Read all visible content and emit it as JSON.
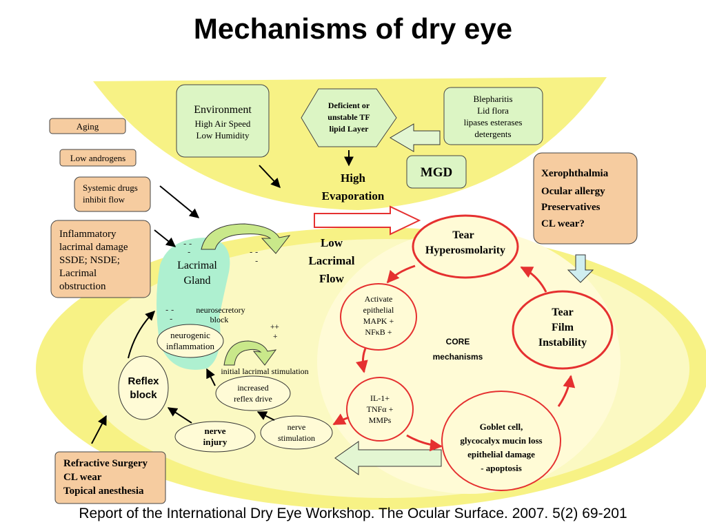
{
  "title": "Mechanisms of dry eye",
  "citation": "Report of the International Dry Eye Workshop. The Ocular Surface. 2007. 5(2) 69-201",
  "colors": {
    "yellow_zone": "#f7f285",
    "pale_zone": "#fbf9c2",
    "core_zone": "#fffbd6",
    "gland": "#aef0d0",
    "green_box": "#dcf5c4",
    "orange_box": "#f6cca0",
    "red": "#e53030"
  },
  "boxes": {
    "aging": "Aging",
    "low_androgens": "Low androgens",
    "systemic": [
      "Systemic drugs",
      "inhibit flow"
    ],
    "inflammatory": [
      "Inflammatory",
      "lacrimal damage",
      "SSDE; NSDE;",
      "Lacrimal",
      "obstruction"
    ],
    "environment": [
      "Environment",
      "High Air Speed",
      "Low Humidity"
    ],
    "tf_lipid": [
      "Deficient or",
      "unstable TF",
      "lipid Layer"
    ],
    "blepharitis": [
      "Blepharitis",
      "Lid flora",
      "lipases esterases",
      "detergents"
    ],
    "mgd": "MGD",
    "xerophthalmia": [
      "Xerophthalmia",
      "Ocular allergy",
      "Preservatives",
      "CL wear?"
    ],
    "refractive": [
      "Refractive Surgery",
      "CL wear",
      "Topical anesthesia"
    ]
  },
  "labels": {
    "high_evaporation": [
      "High",
      "Evaporation"
    ],
    "low_lacrimal_flow": [
      "Low",
      "Lacrimal",
      "Flow"
    ],
    "lacrimal_gland": [
      "Lacrimal",
      "Gland"
    ],
    "neurosecretory_block": [
      "neurosecretory",
      "block"
    ],
    "initial_stimulation": "initial lacrimal stimulation",
    "core_mechanisms": [
      "CORE",
      "mechanisms"
    ],
    "minus_marks": [
      "- -",
      "-"
    ],
    "plus_marks": [
      "++",
      "+"
    ]
  },
  "ellipses": {
    "tear_hyperosmolarity": [
      "Tear",
      "Hyperosmolarity"
    ],
    "tear_film_instability": [
      "Tear",
      "Film",
      "Instability"
    ],
    "activate_epithelial": [
      "Activate",
      "epithelial",
      "MAPK +",
      "NFκB +"
    ],
    "il1": [
      "IL-1+",
      "TNFα +",
      "MMPs"
    ],
    "goblet": [
      "Goblet cell,",
      "glycocalyx mucin loss",
      "epithelial damage",
      "- apoptosis"
    ],
    "neurogenic": [
      "neurogenic",
      "inflammation"
    ],
    "reflex_block": [
      "Reflex",
      "block"
    ],
    "increased_reflex": [
      "increased",
      "reflex drive"
    ],
    "nerve_injury": [
      "nerve",
      "injury"
    ],
    "nerve_stimulation": [
      "nerve",
      "stimulation"
    ]
  }
}
